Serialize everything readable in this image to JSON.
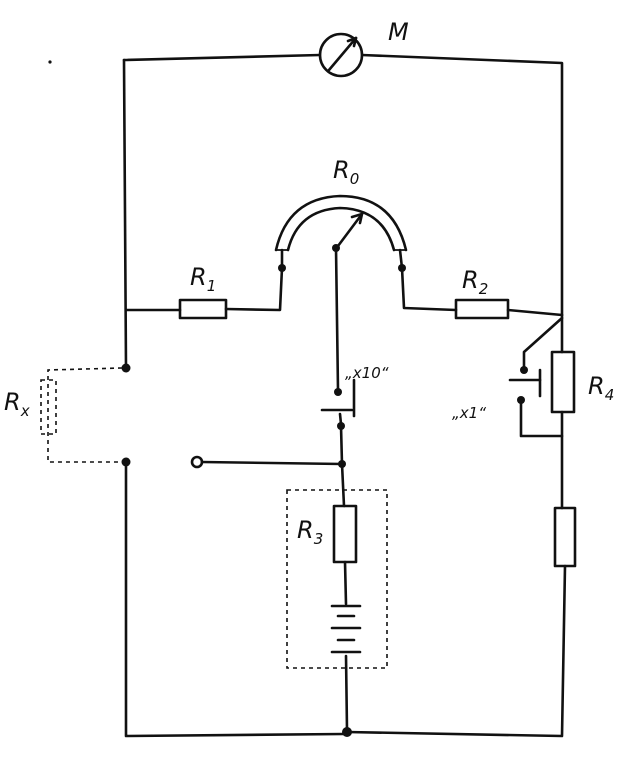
{
  "labels": {
    "meter": "M",
    "r0": {
      "main": "R",
      "sub": "0"
    },
    "r1": {
      "main": "R",
      "sub": "1"
    },
    "r2": {
      "main": "R",
      "sub": "2"
    },
    "r3": {
      "main": "R",
      "sub": "3"
    },
    "r4": {
      "main": "R",
      "sub": "4"
    },
    "rx": {
      "main": "R",
      "sub": "x"
    },
    "range_x10": "„x10“",
    "range_x1": "„x1“"
  }
}
